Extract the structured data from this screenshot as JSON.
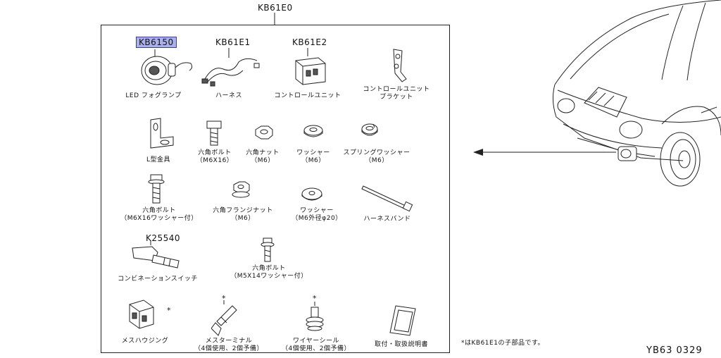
{
  "kit_code": "KB61E0",
  "parts": [
    {
      "code": "KB6150",
      "label": "LED フォグランプ"
    },
    {
      "code": "KB61E1",
      "label": "ハーネス"
    },
    {
      "code": "KB61E2",
      "label": "コントロールユニット"
    },
    {
      "code": "",
      "label": "コントロールユニット\nブラケット"
    },
    {
      "code": "",
      "label": "L型金具"
    },
    {
      "code": "",
      "label": "六角ボルト\n（M6X16）"
    },
    {
      "code": "",
      "label": "六角ナット\n（M6）"
    },
    {
      "code": "",
      "label": "ワッシャー\n（M6）"
    },
    {
      "code": "",
      "label": "スプリングワッシャー\n（M6）"
    },
    {
      "code": "",
      "label": "六角ボルト\n（M6X16ワッシャー付）"
    },
    {
      "code": "",
      "label": "六角フランジナット\n（M6）"
    },
    {
      "code": "",
      "label": "ワッシャー\n（M6外径φ20）"
    },
    {
      "code": "",
      "label": "ハーネスバンド"
    },
    {
      "code": "K25540",
      "label": "コンビネーションスイッチ"
    },
    {
      "code": "",
      "label": "六角ボルト\n（M5X14ワッシャー付）"
    },
    {
      "code": "",
      "label": "メスハウジング"
    },
    {
      "code": "",
      "label": "メスターミナル\n（4個使用、2個予備）"
    },
    {
      "code": "",
      "label": "ワイヤーシール\n（4個使用、2個予備）"
    },
    {
      "code": "",
      "label": "取付・取扱説明書"
    }
  ],
  "asterisk": "*",
  "footnote": "*はKB61E1の子部品です。",
  "diagram_id": "YB63 0329",
  "icons": [
    "fog-lamp-icon",
    "harness-icon",
    "control-unit-icon",
    "bracket-icon",
    "l-bracket-icon",
    "bolt-icon",
    "nut-icon",
    "washer-icon",
    "spring-washer-icon",
    "flange-bolt-icon",
    "flange-nut-icon",
    "large-washer-icon",
    "cable-tie-icon",
    "combination-switch-icon",
    "small-bolt-icon",
    "female-housing-icon",
    "female-terminal-icon",
    "wire-seal-icon",
    "manual-icon",
    "vehicle-icon",
    "pointer-arrow-icon"
  ]
}
